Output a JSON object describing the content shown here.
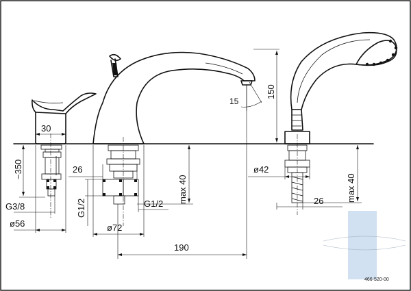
{
  "drawing": {
    "code": "466-520-00",
    "dimensions": {
      "handle_width": "30",
      "handle_height": "~350",
      "handle_thread": "G3/8",
      "handle_base_dia": "ø56",
      "spout_fixing": "26",
      "spout_height_max": "max 40",
      "spout_thread_left": "G1/2",
      "spout_thread_right": "G1/2",
      "spout_base_dia": "ø72",
      "spout_reach": "190",
      "spout_angle": "15",
      "shower_height": "150",
      "shower_base_dia": "ø42",
      "shower_fixing": "26",
      "shower_height_max": "max 40"
    }
  },
  "colors": {
    "ink": "#111111",
    "watermark": "#7aa9d6"
  }
}
